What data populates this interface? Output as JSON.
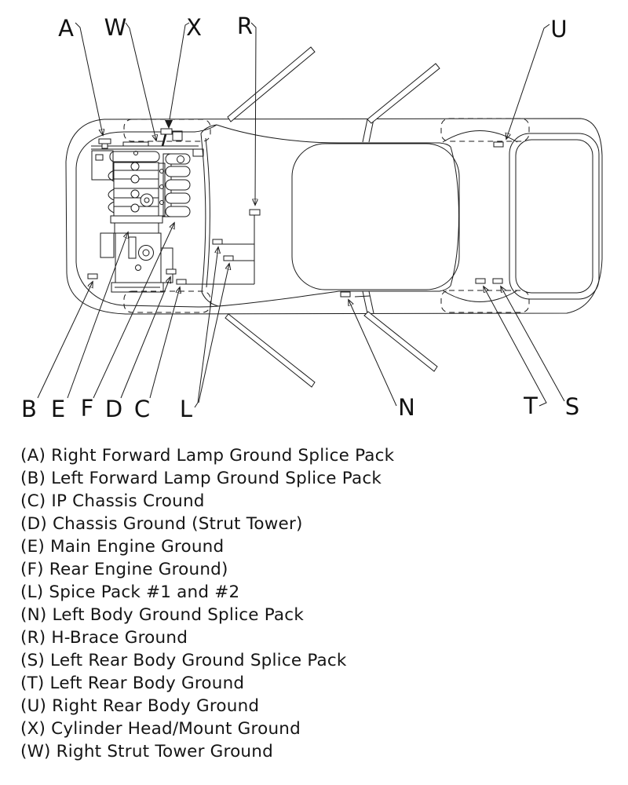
{
  "colors": {
    "line": "#1b1b1b",
    "background": "#ffffff"
  },
  "letters": {
    "A": "A",
    "B": "B",
    "C": "C",
    "D": "D",
    "E": "E",
    "F": "F",
    "L": "L",
    "N": "N",
    "R": "R",
    "S": "S",
    "T": "T",
    "U": "U",
    "W": "W",
    "X": "X"
  },
  "legend": {
    "items": [
      {
        "id": "A",
        "text": "(A) Right Forward Lamp Ground Splice Pack"
      },
      {
        "id": "B",
        "text": "(B) Left Forward Lamp Ground Splice Pack"
      },
      {
        "id": "C",
        "text": "(C) IP Chassis Cround"
      },
      {
        "id": "D",
        "text": "(D) Chassis Ground (Strut Tower)"
      },
      {
        "id": "E",
        "text": "(E) Main Engine Ground"
      },
      {
        "id": "F",
        "text": "(F) Rear Engine Ground)"
      },
      {
        "id": "L",
        "text": "(L) Spice Pack #1 and #2"
      },
      {
        "id": "N",
        "text": "(N) Left Body Ground Splice Pack"
      },
      {
        "id": "R",
        "text": "(R) H-Brace Ground"
      },
      {
        "id": "S",
        "text": "(S) Left Rear Body Ground Splice Pack"
      },
      {
        "id": "T",
        "text": "(T) Left Rear Body Ground"
      },
      {
        "id": "U",
        "text": "(U) Right Rear Body Ground"
      },
      {
        "id": "X",
        "text": "(X) Cylinder Head/Mount Ground"
      },
      {
        "id": "W",
        "text": "(W) Right Strut Tower Ground"
      }
    ]
  }
}
